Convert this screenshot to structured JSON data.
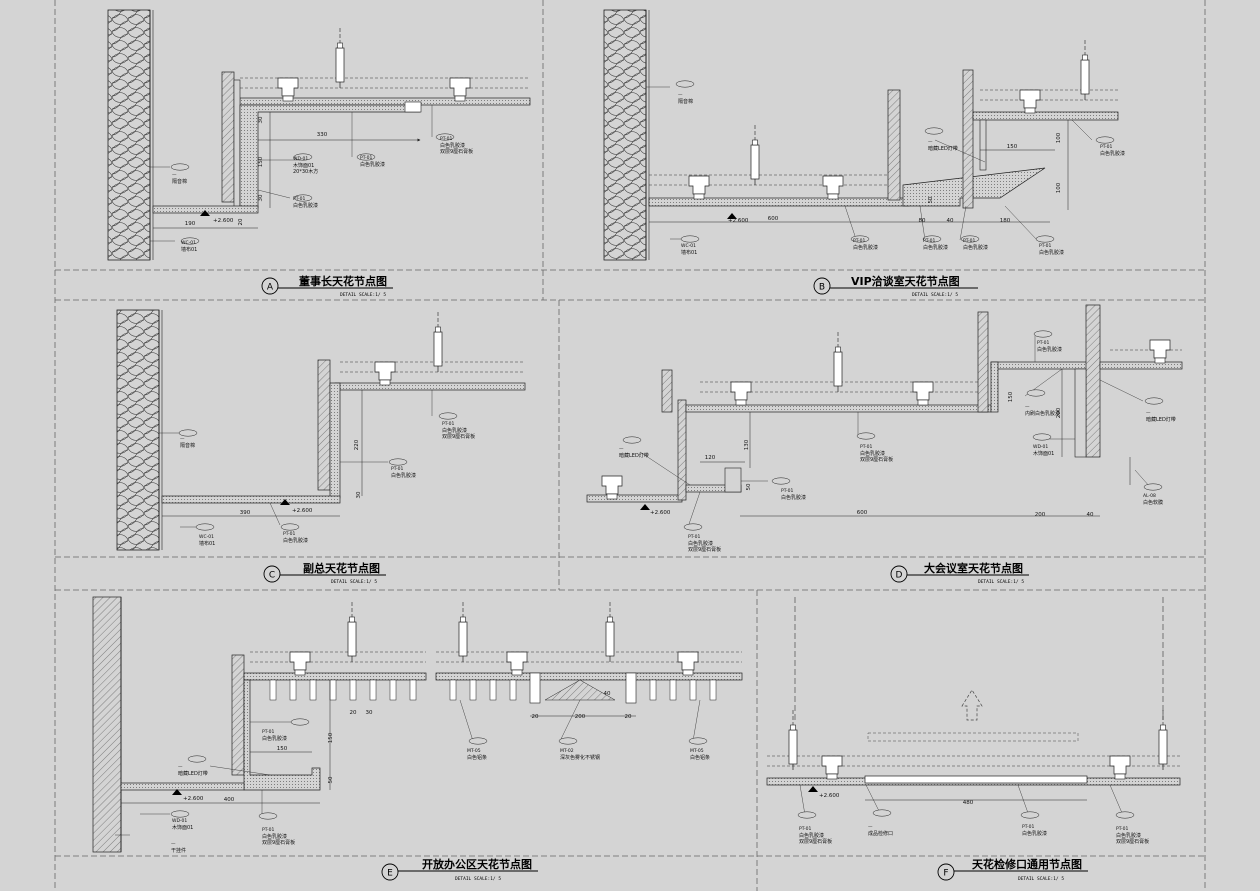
{
  "panels": [
    {
      "id": "A",
      "title": "董事长天花节点图",
      "subtitle": "DETAIL    SCALE:1/  5",
      "elevation": "+2.600",
      "dims": [
        "330",
        "190",
        "30",
        "150",
        "30",
        "20"
      ],
      "notes": [
        {
          "code": "PT-01",
          "text": [
            "白色乳胶漆",
            "双层9厘石膏板"
          ]
        },
        {
          "code": "WD-01",
          "text": [
            "木饰面01",
            "20*30木方"
          ]
        },
        {
          "code": "PT-01",
          "text": [
            "白色乳胶漆"
          ]
        },
        {
          "code": "PT-01",
          "text": [
            "白色乳胶漆"
          ]
        },
        {
          "code": "WC-01",
          "text": [
            "墙布01"
          ]
        },
        {
          "code": "—",
          "text": [
            "隔音棉"
          ]
        }
      ]
    },
    {
      "id": "B",
      "title": "VIP洽谈室天花节点图",
      "subtitle": "DETAIL    SCALE:1/  5",
      "elevation": "+2.600",
      "dims": [
        "600",
        "80",
        "40",
        "180",
        "150",
        "100",
        "100",
        "50"
      ],
      "notes": [
        {
          "code": "—",
          "text": [
            "隔音棉"
          ]
        },
        {
          "code": "—",
          "text": [
            "暗藏LED灯带"
          ]
        },
        {
          "code": "PT-01",
          "text": [
            "白色乳胶漆"
          ]
        },
        {
          "code": "WC-01",
          "text": [
            "墙布01"
          ]
        },
        {
          "code": "PT-01",
          "text": [
            "白色乳胶漆"
          ]
        },
        {
          "code": "PT-01",
          "text": [
            "白色乳胶漆"
          ]
        },
        {
          "code": "PT-01",
          "text": [
            "白色乳胶漆"
          ]
        },
        {
          "code": "PT-01",
          "text": [
            "白色乳胶漆"
          ]
        }
      ]
    },
    {
      "id": "C",
      "title": "副总天花节点图",
      "subtitle": "DETAIL    SCALE:1/  5",
      "elevation": "+2.600",
      "dims": [
        "390",
        "220",
        "30"
      ],
      "notes": [
        {
          "code": "—",
          "text": [
            "隔音棉"
          ]
        },
        {
          "code": "PT-01",
          "text": [
            "白色乳胶漆",
            "双层9厘石膏板"
          ]
        },
        {
          "code": "PT-01",
          "text": [
            "白色乳胶漆"
          ]
        },
        {
          "code": "WC-01",
          "text": [
            "墙布01"
          ]
        },
        {
          "code": "PT-01",
          "text": [
            "白色乳胶漆"
          ]
        }
      ]
    },
    {
      "id": "D",
      "title": "大会议室天花节点图",
      "subtitle": "DETAIL    SCALE:1/  5",
      "elevation": "+2.600",
      "dims": [
        "600",
        "200",
        "40",
        "120",
        "130",
        "50",
        "150",
        "200"
      ],
      "notes": [
        {
          "code": "PT-01",
          "text": [
            "白色乳胶漆"
          ]
        },
        {
          "code": "—",
          "text": [
            "暗藏LED灯带"
          ]
        },
        {
          "code": "PT-01",
          "text": [
            "白色乳胶漆",
            "双层9厘石膏板"
          ]
        },
        {
          "code": "—",
          "text": [
            "内刷白色乳胶漆"
          ]
        },
        {
          "code": "WD-01",
          "text": [
            "木饰面01"
          ]
        },
        {
          "code": "—",
          "text": [
            "暗藏LED灯带"
          ]
        },
        {
          "code": "PT-01",
          "text": [
            "白色乳胶漆"
          ]
        },
        {
          "code": "AL-08",
          "text": [
            "白色软膜"
          ]
        },
        {
          "code": "PT-01",
          "text": [
            "白色乳胶漆",
            "双层9厘石膏板"
          ]
        }
      ]
    },
    {
      "id": "E",
      "title": "开放办公区天花节点图",
      "subtitle": "DETAIL    SCALE:1/  5",
      "elevation": "+2.600",
      "dims": [
        "400",
        "150",
        "150",
        "50",
        "20",
        "30",
        "20",
        "200",
        "20",
        "40"
      ],
      "notes": [
        {
          "code": "PT-01",
          "text": [
            "白色乳胶漆"
          ]
        },
        {
          "code": "—",
          "text": [
            "暗藏LED灯带"
          ]
        },
        {
          "code": "WD-01",
          "text": [
            "木饰面01"
          ]
        },
        {
          "code": "—",
          "text": [
            "干挂件"
          ]
        },
        {
          "code": "PT-01",
          "text": [
            "白色乳胶漆",
            "双层9厘石膏板"
          ]
        },
        {
          "code": "MT-05",
          "text": [
            "白色铝条"
          ]
        },
        {
          "code": "MT-02",
          "text": [
            "深灰色雾化不锈钢"
          ]
        },
        {
          "code": "MT-05",
          "text": [
            "白色铝条"
          ]
        }
      ]
    },
    {
      "id": "F",
      "title": "天花检修口通用节点图",
      "subtitle": "DETAIL    SCALE:1/  5",
      "elevation": "+2.600",
      "dims": [
        "480"
      ],
      "notes": [
        {
          "code": "PT-01",
          "text": [
            "白色乳胶漆",
            "双层9厘石膏板"
          ]
        },
        {
          "code": "—",
          "text": [
            "成品检修口"
          ]
        },
        {
          "code": "PT-01",
          "text": [
            "白色乳胶漆"
          ]
        },
        {
          "code": "PT-01",
          "text": [
            "白色乳胶漆",
            "双层9厘石膏板"
          ]
        }
      ]
    }
  ]
}
